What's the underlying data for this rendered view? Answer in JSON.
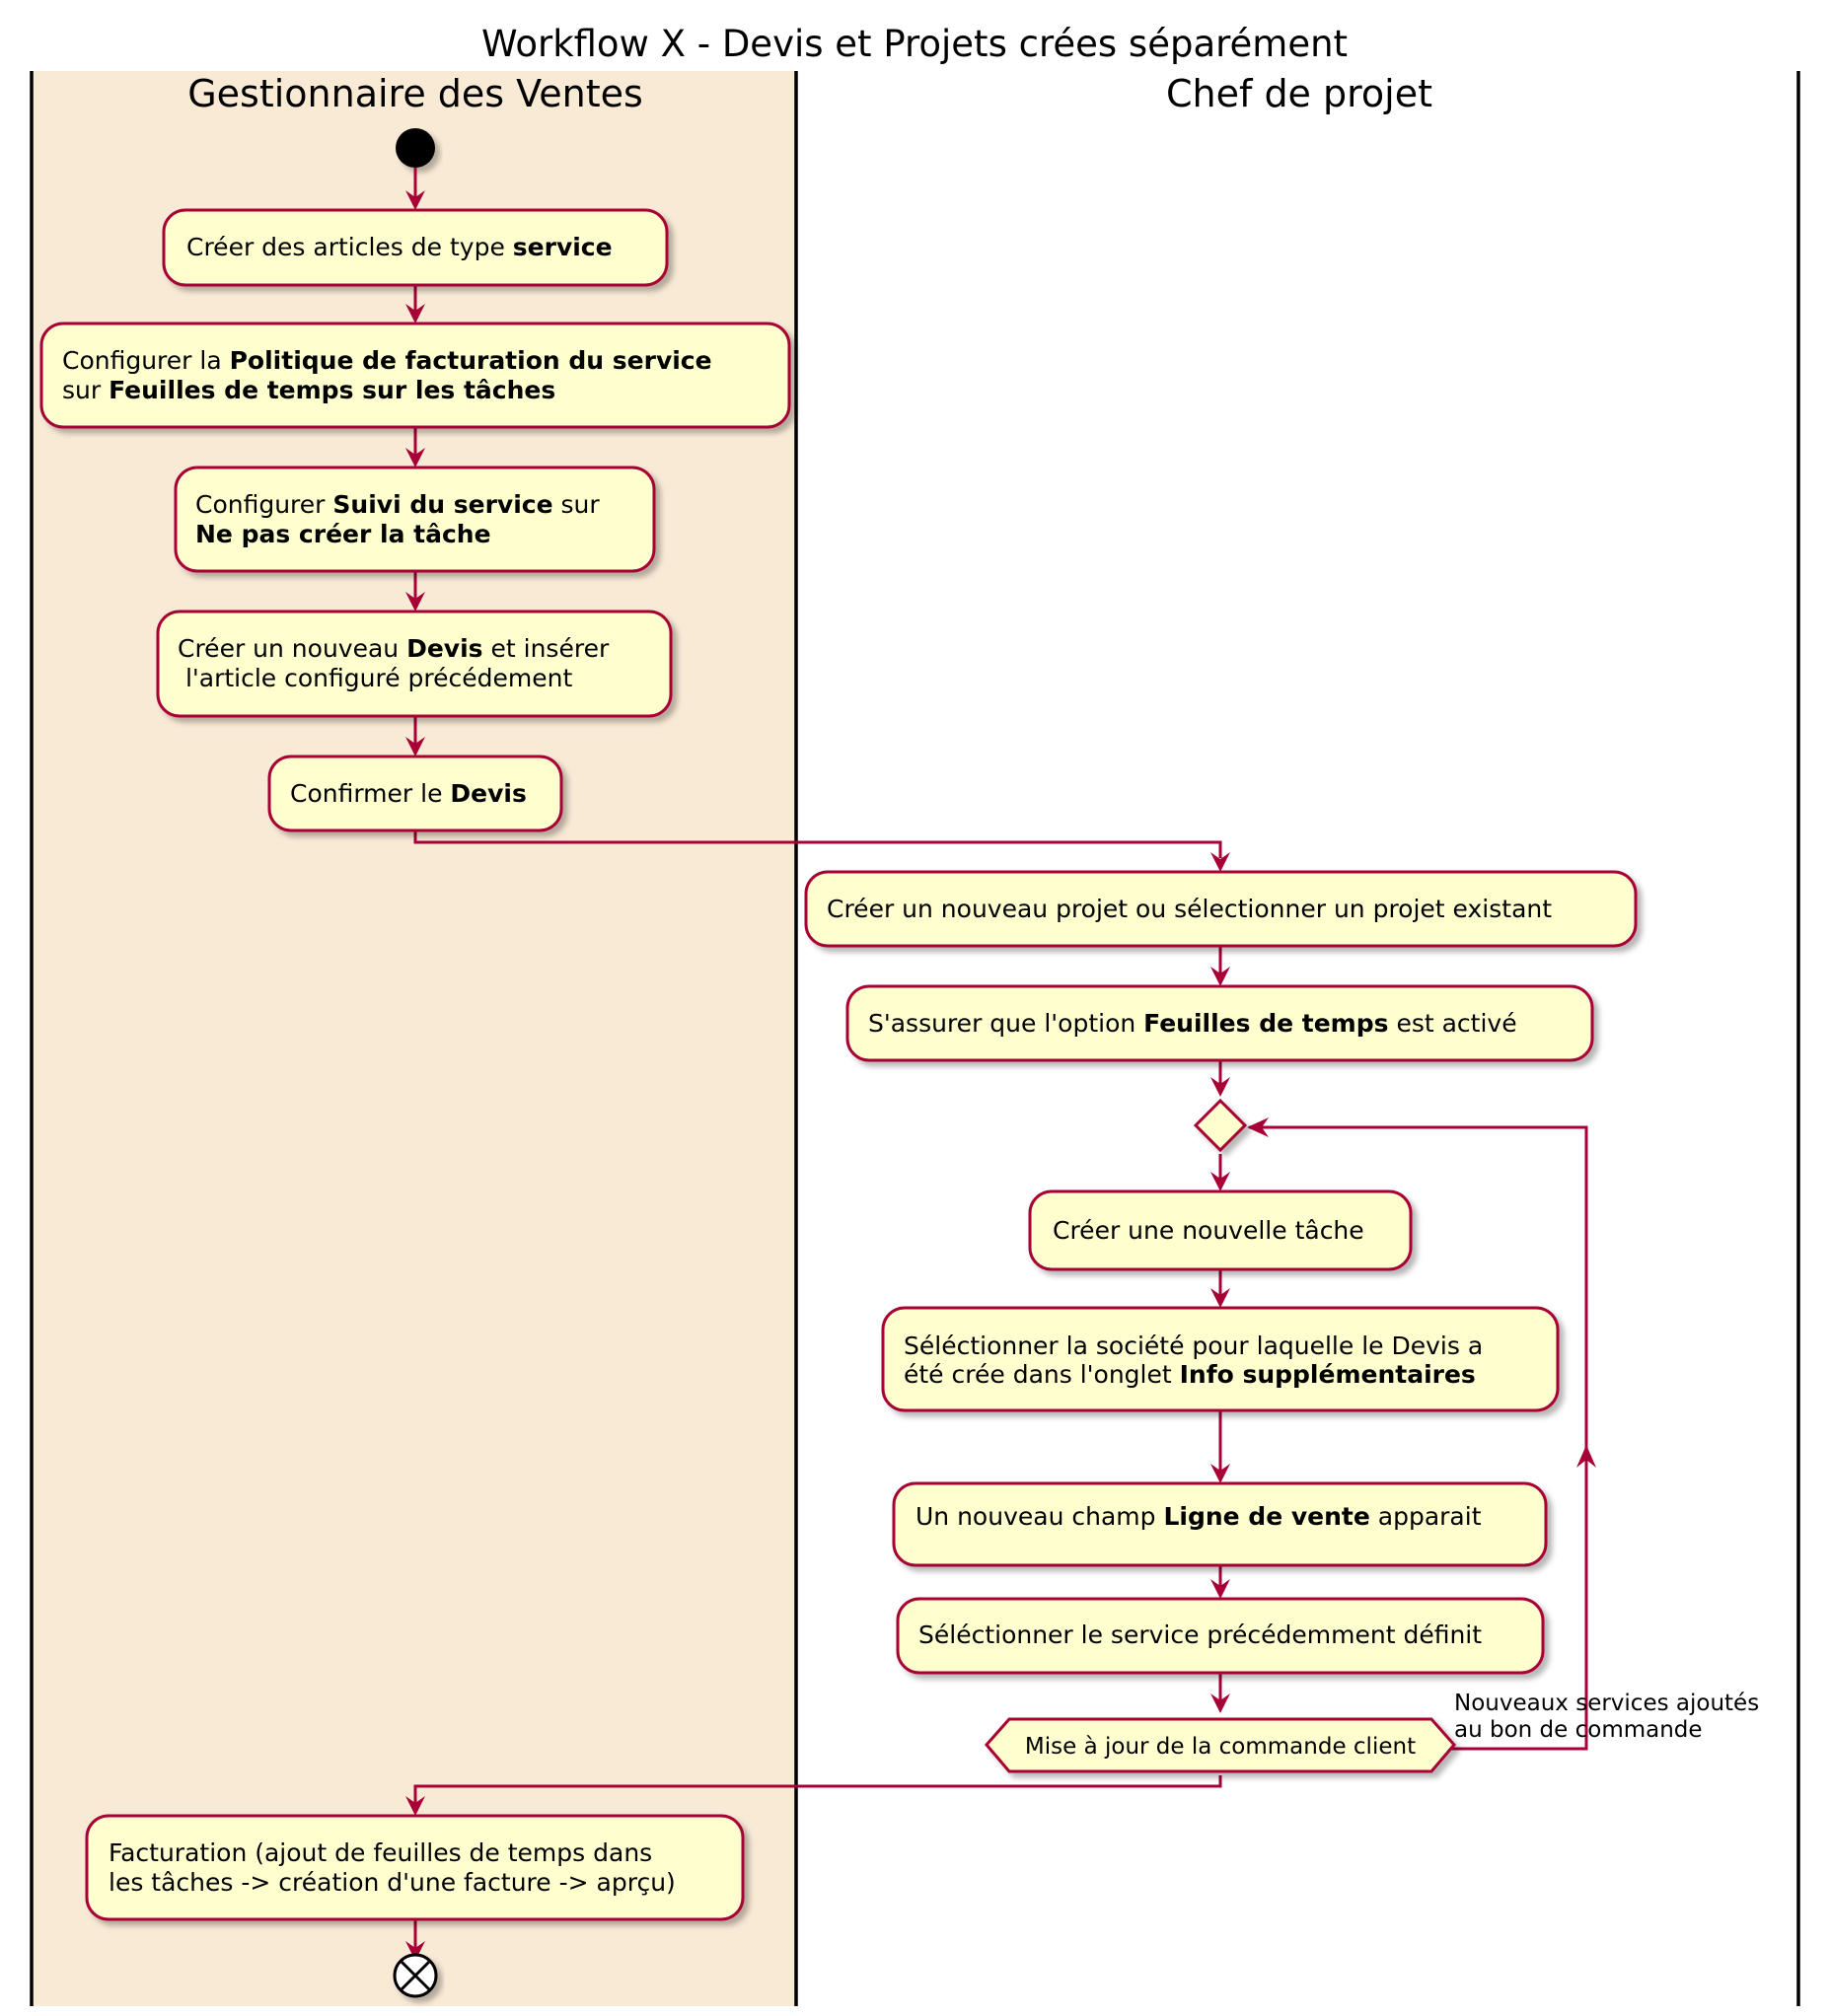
{
  "title": "Workflow X - Devis et Projets crées séparément",
  "lanes": {
    "sales_manager": {
      "title": "Gestionnaire des Ventes",
      "color": "#F9EAD6"
    },
    "project_manager": {
      "title": "Chef de projet",
      "color": "#FFFFFF"
    }
  },
  "colors": {
    "node_fill": "#FEFECE",
    "node_border": "#A80036",
    "lane_border": "#000000"
  },
  "nodes": {
    "n1": {
      "l1": [
        [
          "Créer des articles de type ",
          false
        ],
        [
          "service",
          true
        ]
      ]
    },
    "n2": {
      "l1": [
        [
          "Configurer la ",
          false
        ],
        [
          "Politique de facturation du service",
          true
        ]
      ],
      "l2": [
        [
          "sur ",
          false
        ],
        [
          "Feuilles de temps sur les tâches",
          true
        ]
      ]
    },
    "n3": {
      "l1": [
        [
          "Configurer ",
          false
        ],
        [
          "Suivi du service",
          true
        ],
        [
          " sur",
          false
        ]
      ],
      "l2": [
        [
          "Ne pas créer la tâche",
          true
        ]
      ]
    },
    "n4": {
      "l1": [
        [
          "Créer un nouveau ",
          false
        ],
        [
          "Devis",
          true
        ],
        [
          " et insérer",
          false
        ]
      ],
      "l2": [
        [
          " l'article configuré précédement",
          false
        ]
      ]
    },
    "n5": {
      "l1": [
        [
          "Confirmer le ",
          false
        ],
        [
          "Devis",
          true
        ]
      ]
    },
    "n6": {
      "l1": [
        [
          "Créer un nouveau projet ou sélectionner un projet existant",
          false
        ]
      ]
    },
    "n7": {
      "l1": [
        [
          "S'assurer que l'option ",
          false
        ],
        [
          "Feuilles de temps",
          true
        ],
        [
          " est activé",
          false
        ]
      ]
    },
    "n8": {
      "l1": [
        [
          "Créer une nouvelle tâche",
          false
        ]
      ]
    },
    "n9": {
      "l1": [
        [
          "Séléctionner la société pour laquelle le Devis a",
          false
        ]
      ],
      "l2": [
        [
          "été crée dans l'onglet ",
          false
        ],
        [
          "Info supplémentaires",
          true
        ]
      ]
    },
    "n10": {
      "l1": [
        [
          "Un nouveau champ ",
          false
        ],
        [
          "Ligne de vente",
          true
        ],
        [
          " apparait",
          false
        ]
      ]
    },
    "n11": {
      "l1": [
        [
          "Séléctionner le service précédemment définit",
          false
        ]
      ]
    },
    "n12": {
      "l1": [
        [
          "Facturation (ajout de feuilles de temps dans",
          false
        ]
      ],
      "l2": [
        [
          "les tâches -> création d'une facture -> aprçu)",
          false
        ]
      ]
    }
  },
  "loop_condition": "Mise à jour de la commande client",
  "loop_label": [
    "Nouveaux services ajoutés",
    "au bon de commande"
  ]
}
